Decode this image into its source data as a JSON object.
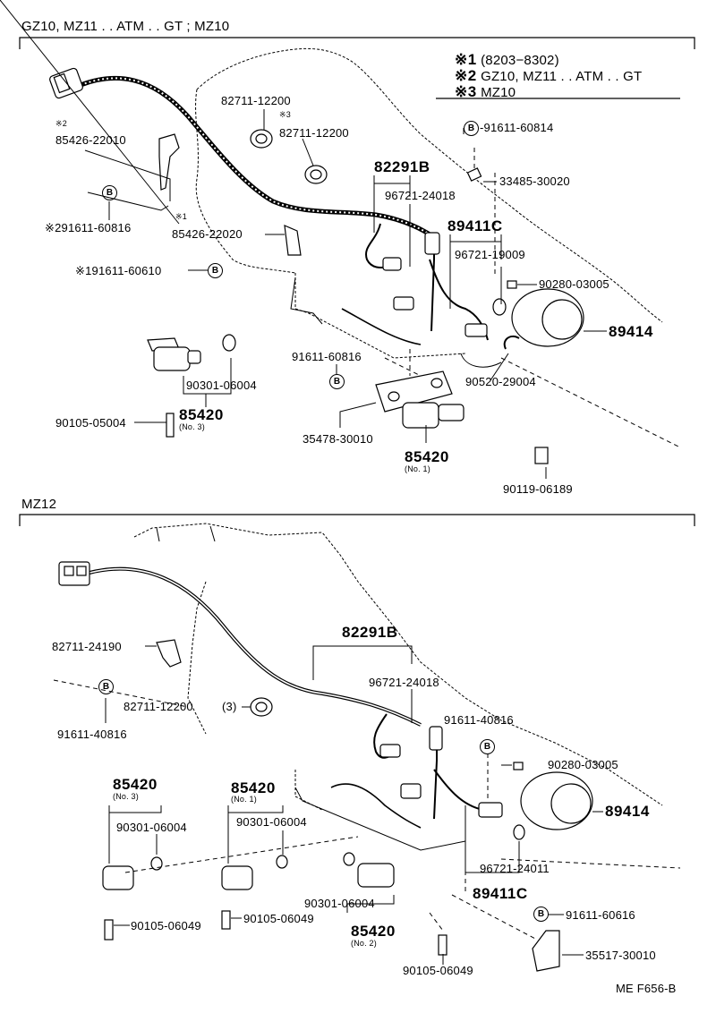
{
  "sections": {
    "top_title": "GZ10, MZ11 . . ATM . . GT ; MZ10",
    "bottom_title": "MZ12"
  },
  "legend": [
    {
      "mark": "※1",
      "text": "(8203−8302)"
    },
    {
      "mark": "※2",
      "text": "GZ10, MZ11 . . ATM . . GT"
    },
    {
      "mark": "※3",
      "text": "MZ10"
    }
  ],
  "bolt_symbol": "B",
  "top_parts": {
    "p82711_12200_a": "82711-12200",
    "n3": "※3",
    "p82711_12200_b": "82711-12200",
    "n2": "※2",
    "p85426_22010": "85426-22010",
    "n1": "※1",
    "p85426_22020": "85426-22020",
    "p91611_60816_a": "※291611-60816",
    "p91611_60610": "※191611-60610",
    "p91611_60814": "-91611-60814",
    "p33485_30020": "33485-30020",
    "p82291B": "82291B",
    "p96721_24018": "96721-24018",
    "p89411C": "89411C",
    "p96721_19009": "96721-19009",
    "p90280_03005": "90280-03005",
    "p89414": "89414",
    "p91611_60816": "91611-60816",
    "p90520_29004": "90520-29004",
    "p90301_06004": "90301-06004",
    "p85420": "85420",
    "p85420_no3": "(No. 3)",
    "p90105_05004": "90105-05004",
    "p35478_30010": "35478-30010",
    "p85420b": "85420",
    "p85420_no1": "(No. 1)",
    "p90119_06189": "90119-06189"
  },
  "bottom_parts": {
    "p82711_24190": "82711-24190",
    "p91611_40816_a": "91611-40816",
    "p82711_12200": "82711-12200",
    "q3": "(3)",
    "p82291B": "82291B",
    "p96721_24018": "96721-24018",
    "p91611_40816_b": "91611-40816",
    "p90280_03005": "90280-03005",
    "p89414": "89414",
    "p85420_a": "85420",
    "p85420_a_no": "(No. 3)",
    "p90301_06004_a": "90301-06004",
    "p85420_b": "85420",
    "p85420_b_no": "(No. 1)",
    "p90301_06004_b": "90301-06004",
    "p96721_24011": "96721-24011",
    "p89411C": "89411C",
    "p90301_06004_c": "90301-06004",
    "p85420_c": "85420",
    "p85420_c_no": "(No. 2)",
    "p90105_06049_a": "90105-06049",
    "p90105_06049_b": "90105-06049",
    "p90105_06049_c": "90105-06049",
    "p91611_60616": "91611-60616",
    "p35517_30010": "35517-30010"
  },
  "footer_code": "ME F656-B"
}
